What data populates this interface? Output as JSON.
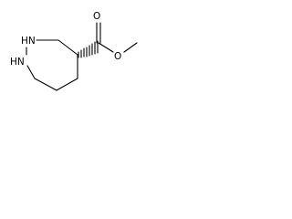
{
  "molecule": {
    "atoms": {
      "n1": "HN",
      "n2": "HN",
      "o_carbonyl": "O",
      "o_ester": "O"
    }
  }
}
